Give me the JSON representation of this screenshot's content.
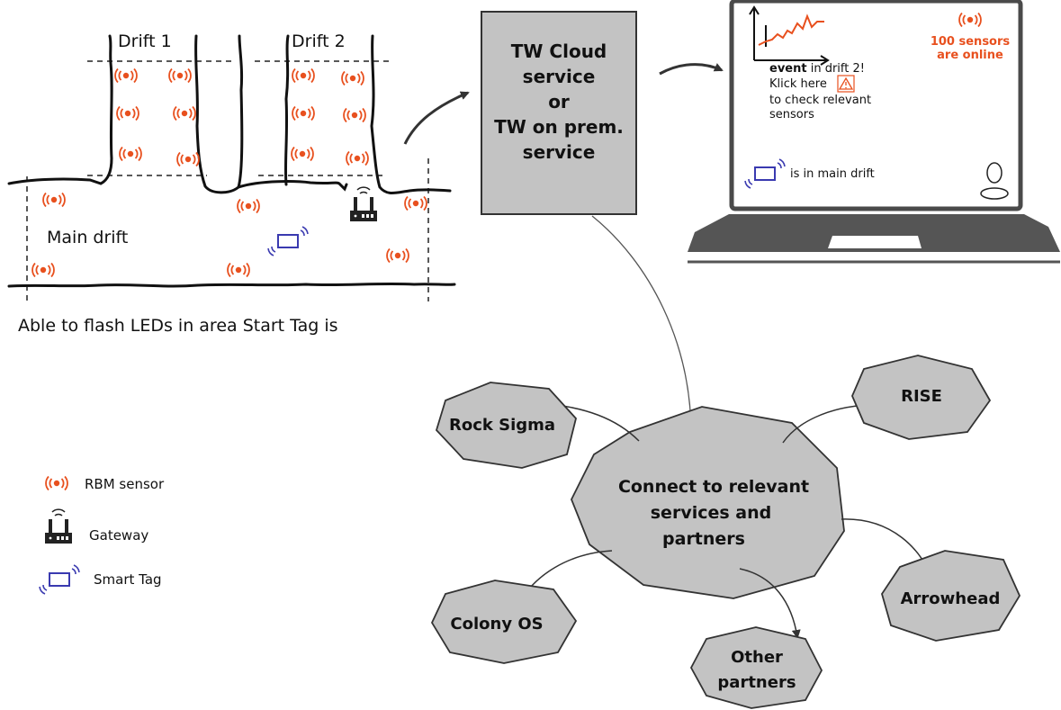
{
  "mine": {
    "drift1_label": "Drift 1",
    "drift2_label": "Drift 2",
    "main_drift_label": "Main drift",
    "caption": "Able to flash LEDs in area Start Tag is"
  },
  "service_box": {
    "lines": [
      "TW Cloud",
      "service",
      "or",
      "TW on prem.",
      "service"
    ]
  },
  "laptop_screen": {
    "sensor_count_line1": "100 sensors",
    "sensor_count_line2": "are online",
    "event_bold": "event",
    "event_rest": " in drift 2!",
    "klick": "Klick here",
    "check_line1": "to check relevant",
    "check_line2": "sensors",
    "tag_status": "is in main drift"
  },
  "hub": {
    "lines": [
      "Connect to relevant",
      "services and",
      "partners"
    ]
  },
  "partners": {
    "rock_sigma": "Rock Sigma",
    "rise": "RISE",
    "arrowhead": "Arrowhead",
    "colony_os": "Colony OS",
    "other_line1": "Other",
    "other_line2": "partners"
  },
  "legend": {
    "sensor": "RBM sensor",
    "gateway": "Gateway",
    "smart_tag": "Smart Tag"
  },
  "colors": {
    "sensor": "#e8501e",
    "tag": "#3a3ab0",
    "box_fill": "#c3c3c3",
    "laptop_frame": "#4a4a4a"
  }
}
